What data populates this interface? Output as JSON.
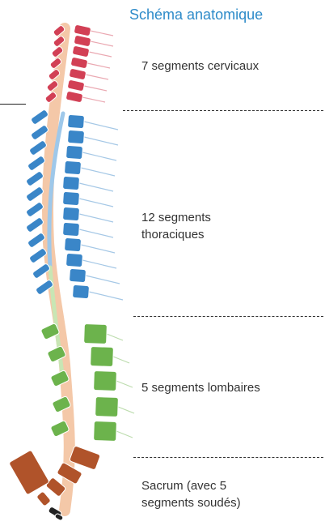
{
  "title": "Schéma anatomique",
  "labels": {
    "cervical": "7 segments cervicaux",
    "thoracic_line1": "12 segments",
    "thoracic_line2": "thoraciques",
    "lumbar": "5 segments lombaires",
    "sacrum_line1": "Sacrum (avec 5",
    "sacrum_line2": "segments soudés)"
  },
  "colors": {
    "cervical": "#d24055",
    "thoracic": "#3a86c8",
    "lumbar": "#6cb34c",
    "sacrum": "#b0532a",
    "coccyx": "#222222",
    "cord": "#f4c8a8",
    "title": "#2e8bc9"
  }
}
